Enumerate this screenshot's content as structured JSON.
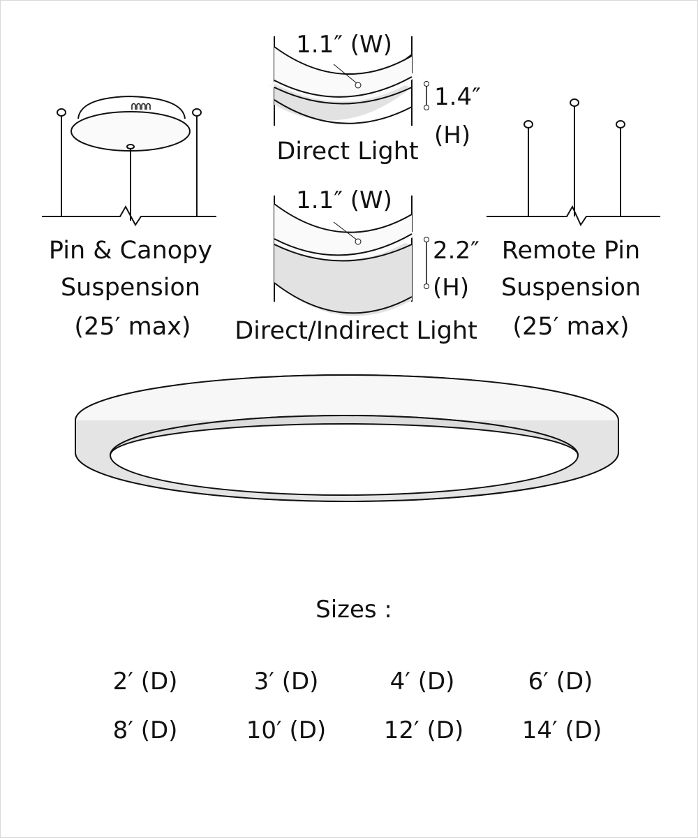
{
  "direct_light": {
    "width": "1.1″ (W)",
    "height": "1.4″",
    "height_unit": "(H)",
    "label": "Direct Light"
  },
  "direct_indirect_light": {
    "width": "1.1″ (W)",
    "height": "2.2″",
    "height_unit": "(H)",
    "label": "Direct/Indirect Light"
  },
  "pin_canopy": {
    "line1": "Pin & Canopy",
    "line2": "Suspension",
    "line3": "(25′ max)"
  },
  "remote_pin": {
    "line1": "Remote Pin",
    "line2": "Suspension",
    "line3": "(25′ max)"
  },
  "sizes": {
    "title": "Sizes :",
    "rows": [
      [
        "2′ (D)",
        "3′ (D)",
        "4′ (D)",
        "6′ (D)"
      ],
      [
        "8′ (D)",
        "10′ (D)",
        "12′ (D)",
        "14′ (D)"
      ]
    ]
  }
}
